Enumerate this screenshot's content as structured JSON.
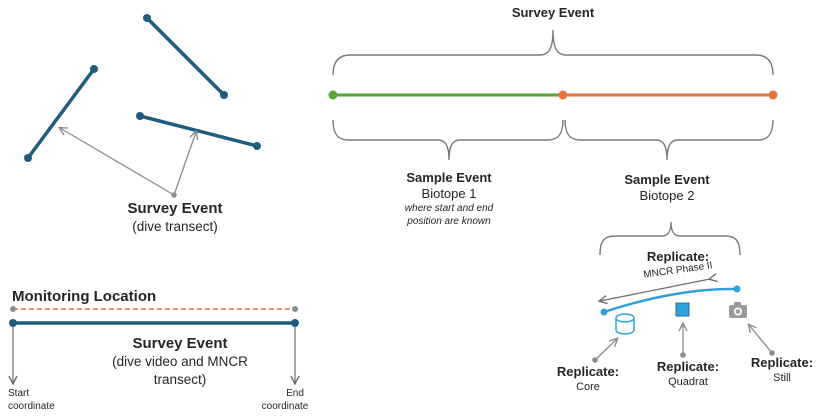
{
  "dive_transect": {
    "title": "Survey Event",
    "subtitle": "(dive transect)"
  },
  "monitoring": {
    "location_label": "Monitoring Location",
    "survey_title": "Survey Event",
    "survey_subtitle_1": "(dive video and MNCR",
    "survey_subtitle_2": "transect)",
    "start_1": "Start",
    "start_2": "coordinate",
    "end_1": "End",
    "end_2": "coordinate"
  },
  "timeline": {
    "survey_title": "Survey Event",
    "sample1_title": "Sample Event",
    "sample1_subtitle": "Biotope 1",
    "sample1_note_1": "where  start and end",
    "sample1_note_2": "position are known",
    "sample2_title": "Sample Event",
    "sample2_subtitle": "Biotope 2"
  },
  "replicates": {
    "main_title": "Replicate:",
    "main_subtitle": "MNCR Phase II",
    "core_title": "Replicate:",
    "core_subtitle": "Core",
    "quadrat_title": "Replicate:",
    "quadrat_subtitle": "Quadrat",
    "still_title": "Replicate:",
    "still_subtitle": "Still"
  },
  "colors": {
    "transect": "#1f5c7d",
    "green": "#5aa537",
    "orange": "#e8743b",
    "blue": "#2fa0d8",
    "grey": "#8c8c8c"
  }
}
